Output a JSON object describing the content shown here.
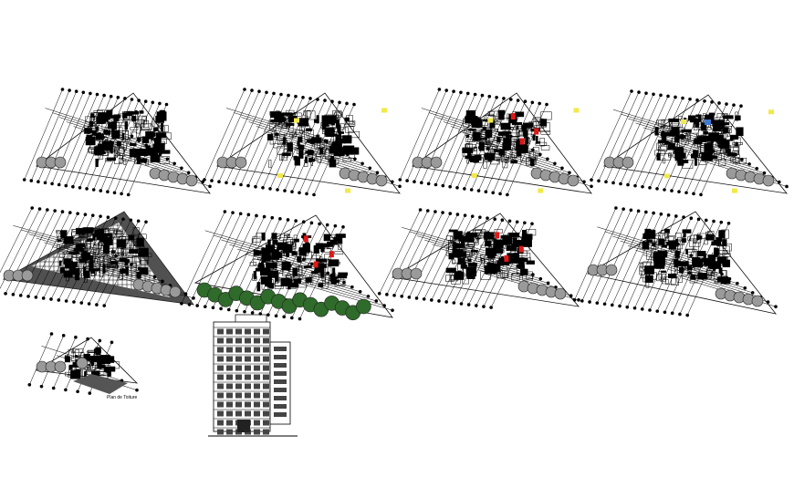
{
  "drawing": {
    "plans": [
      {
        "id": "plan-1",
        "variant": "dark"
      },
      {
        "id": "plan-2",
        "variant": "dark-yellow"
      },
      {
        "id": "plan-3",
        "variant": "dark-red-yellow"
      },
      {
        "id": "plan-4",
        "variant": "light-blue-yellow"
      },
      {
        "id": "plan-5",
        "variant": "hatched-grid"
      },
      {
        "id": "plan-6",
        "variant": "trees-green"
      },
      {
        "id": "plan-7",
        "variant": "dark-red"
      },
      {
        "id": "plan-8",
        "variant": "dark"
      },
      {
        "id": "plan-9",
        "variant": "small-3d"
      }
    ],
    "small_label": "Plan de Toiture",
    "elevation": {
      "floors": 12,
      "columns": 6
    },
    "colors": {
      "line": "#111111",
      "tree_green": "#2f6b2a",
      "accent_red": "#e01818",
      "accent_yellow": "#f2e94a",
      "accent_blue": "#3a7bd5",
      "grey_tree": "#9a9a9a"
    }
  }
}
